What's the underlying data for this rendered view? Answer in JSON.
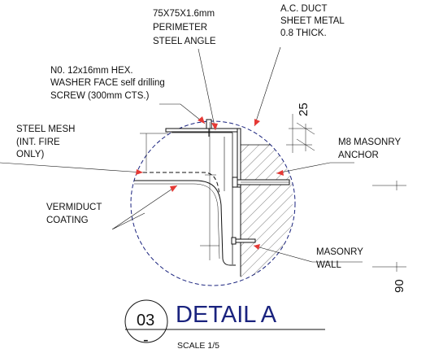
{
  "labels": {
    "angle": [
      "75X75X1.6mm",
      "PERIMETER",
      "STEEL ANGLE"
    ],
    "duct": [
      "A.C. DUCT",
      "SHEET METAL",
      "0.8 THICK."
    ],
    "screw": [
      "N0. 12x16mm HEX.",
      "WASHER FACE self drilling",
      "SCREW (300mm CTS.)"
    ],
    "mesh": [
      "STEEL MESH",
      "(INT. FIRE",
      "ONLY)"
    ],
    "anchor": [
      "M8 MASONRY",
      "ANCHOR"
    ],
    "coating": [
      "VERMIDUCT",
      "COATING"
    ],
    "wall": [
      "MASONRY",
      "WALL"
    ]
  },
  "dimensions": {
    "top": "25",
    "right": "90"
  },
  "title_block": {
    "detail_number": "03",
    "sheet": "-",
    "title": "DETAIL A",
    "scale": "SCALE 1/5"
  },
  "colors": {
    "title": "#1a237e",
    "circle": "#1a237e",
    "leader_arrow": "#e53935",
    "line": "#111111"
  }
}
